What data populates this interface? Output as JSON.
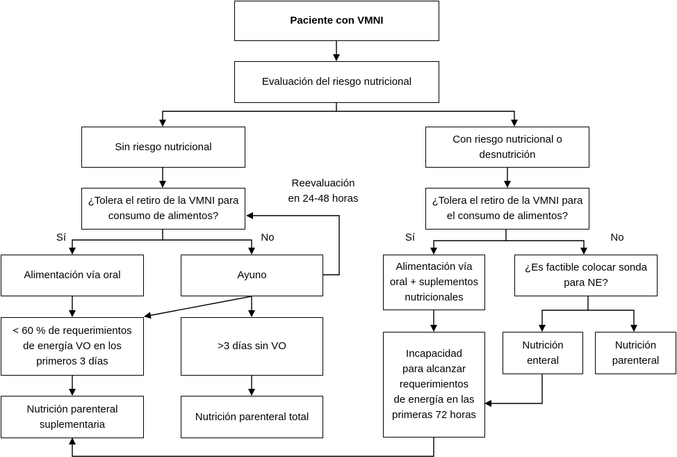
{
  "nodes": {
    "start": "Paciente con VMNI",
    "assessment": "Evaluación del riesgo nutricional",
    "no_risk": "Sin riesgo nutricional",
    "risk": "Con riesgo nutricional o\ndesnutrición",
    "tolerate_left": "¿Tolera el retiro de la VMNI para\nconsumo de alimentos?",
    "tolerate_right": "¿Tolera el retiro de la VMNI para\nel consumo de alimentos?",
    "oral_feeding": "Alimentación vía oral",
    "fasting": "Ayuno",
    "oral_supplements": "Alimentación vía\noral + suplementos\nnutricionales",
    "ne_feasible": "¿Es factible colocar sonda\npara NE?",
    "under_60": "< 60 % de requerimientos\nde energía VO en los\nprimeros 3 días",
    "over_3_days": ">3 días sin VO",
    "inability": "Incapacidad\npara alcanzar\nrequerimientos\nde energía en las\nprimeras 72 horas",
    "enteral": "Nutrición\nenteral",
    "parenteral": "Nutrición\nparenteral",
    "supplementary_pn": "Nutrición parenteral\nsuplementaria",
    "total_pn": "Nutrición parenteral total"
  },
  "labels": {
    "reevaluation": "Reevaluación\nen 24-48 horas",
    "yes_left": "Sí",
    "no_left": "No",
    "yes_right": "Sí",
    "no_right": "No"
  }
}
